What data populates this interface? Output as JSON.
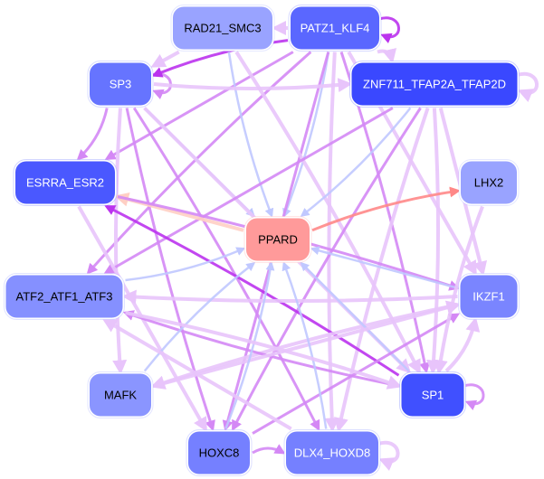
{
  "nodes": [
    {
      "id": "RAD21_SMC3",
      "label": "RAD21_SMC3",
      "fill": "#99a3ff",
      "text": "#000000"
    },
    {
      "id": "PATZ1_KLF4",
      "label": "PATZ1_KLF4",
      "fill": "#5a67ff",
      "text": "#ffffff"
    },
    {
      "id": "SP3",
      "label": "SP3",
      "fill": "#6674ff",
      "text": "#ffffff"
    },
    {
      "id": "ZNF711_TFAP2A_TFAP2D",
      "label": "ZNF711_TFAP2A_TFAP2D",
      "fill": "#3a48ff",
      "text": "#ffffff"
    },
    {
      "id": "LHX2",
      "label": "LHX2",
      "fill": "#99a3ff",
      "text": "#000000"
    },
    {
      "id": "ESRRA_ESR2",
      "label": "ESRRA_ESR2",
      "fill": "#4a58ff",
      "text": "#ffffff"
    },
    {
      "id": "PPARD",
      "label": "PPARD",
      "fill": "#ff9a9a",
      "text": "#000000"
    },
    {
      "id": "ATF2_ATF1_ATF3",
      "label": "ATF2_ATF1_ATF3",
      "fill": "#8590ff",
      "text": "#000000"
    },
    {
      "id": "IKZF1",
      "label": "IKZF1",
      "fill": "#7a85ff",
      "text": "#ffffff"
    },
    {
      "id": "MAFK",
      "label": "MAFK",
      "fill": "#8a95ff",
      "text": "#000000"
    },
    {
      "id": "SP1",
      "label": "SP1",
      "fill": "#4050ff",
      "text": "#ffffff"
    },
    {
      "id": "HOXC8",
      "label": "HOXC8",
      "fill": "#7580ff",
      "text": "#000000"
    },
    {
      "id": "DLX4_HOXD8",
      "label": "DLX4_HOXD8",
      "fill": "#7580ff",
      "text": "#ffffff"
    }
  ],
  "edge_colors": {
    "strong": "#bb33ee",
    "medium": "#d488f5",
    "light": "#e8c4fb",
    "blue": "#c0c8ff",
    "red": "#ff8888",
    "peach": "#ffcfc4"
  },
  "edges": [
    {
      "from": "PATZ1_KLF4",
      "to": "PATZ1_KLF4",
      "color": "strong"
    },
    {
      "from": "ZNF711_TFAP2A_TFAP2D",
      "to": "ZNF711_TFAP2A_TFAP2D",
      "color": "light"
    },
    {
      "from": "SP1",
      "to": "SP1",
      "color": "medium"
    },
    {
      "from": "SP3",
      "to": "SP3",
      "color": "medium"
    },
    {
      "from": "PATZ1_KLF4",
      "to": "RAD21_SMC3",
      "color": "light"
    },
    {
      "from": "PATZ1_KLF4",
      "to": "SP3",
      "color": "strong"
    },
    {
      "from": "PATZ1_KLF4",
      "to": "ZNF711_TFAP2A_TFAP2D",
      "color": "light"
    },
    {
      "from": "PATZ1_KLF4",
      "to": "ESRRA_ESR2",
      "color": "medium"
    },
    {
      "from": "PATZ1_KLF4",
      "to": "ATF2_ATF1_ATF3",
      "color": "medium"
    },
    {
      "from": "PATZ1_KLF4",
      "to": "PPARD",
      "color": "blue"
    },
    {
      "from": "PATZ1_KLF4",
      "to": "HOXC8",
      "color": "medium"
    },
    {
      "from": "PATZ1_KLF4",
      "to": "DLX4_HOXD8",
      "color": "light"
    },
    {
      "from": "PATZ1_KLF4",
      "to": "SP1",
      "color": "medium"
    },
    {
      "from": "PATZ1_KLF4",
      "to": "IKZF1",
      "color": "light"
    },
    {
      "from": "RAD21_SMC3",
      "to": "PPARD",
      "color": "blue"
    },
    {
      "from": "RAD21_SMC3",
      "to": "SP1",
      "color": "light"
    },
    {
      "from": "RAD21_SMC3",
      "to": "SP3",
      "color": "light"
    },
    {
      "from": "SP3",
      "to": "ZNF711_TFAP2A_TFAP2D",
      "color": "light"
    },
    {
      "from": "SP3",
      "to": "ESRRA_ESR2",
      "color": "medium"
    },
    {
      "from": "SP3",
      "to": "PPARD",
      "color": "blue"
    },
    {
      "from": "SP3",
      "to": "HOXC8",
      "color": "medium"
    },
    {
      "from": "SP3",
      "to": "DLX4_HOXD8",
      "color": "medium"
    },
    {
      "from": "SP3",
      "to": "SP1",
      "color": "light"
    },
    {
      "from": "SP3",
      "to": "MAFK",
      "color": "light"
    },
    {
      "from": "ZNF711_TFAP2A_TFAP2D",
      "to": "PPARD",
      "color": "blue"
    },
    {
      "from": "ZNF711_TFAP2A_TFAP2D",
      "to": "ATF2_ATF1_ATF3",
      "color": "medium"
    },
    {
      "from": "ZNF711_TFAP2A_TFAP2D",
      "to": "HOXC8",
      "color": "medium"
    },
    {
      "from": "ZNF711_TFAP2A_TFAP2D",
      "to": "SP1",
      "color": "light"
    },
    {
      "from": "ZNF711_TFAP2A_TFAP2D",
      "to": "IKZF1",
      "color": "light"
    },
    {
      "from": "ZNF711_TFAP2A_TFAP2D",
      "to": "DLX4_HOXD8",
      "color": "light"
    },
    {
      "from": "PPARD",
      "to": "LHX2",
      "color": "red"
    },
    {
      "from": "PPARD",
      "to": "ESRRA_ESR2",
      "color": "peach"
    },
    {
      "from": "SP1",
      "to": "ESRRA_ESR2",
      "color": "strong"
    },
    {
      "from": "ESRRA_ESR2",
      "to": "IKZF1",
      "color": "medium"
    },
    {
      "from": "ESRRA_ESR2",
      "to": "HOXC8",
      "color": "light"
    },
    {
      "from": "ATF2_ATF1_ATF3",
      "to": "PPARD",
      "color": "blue"
    },
    {
      "from": "IKZF1",
      "to": "ATF2_ATF1_ATF3",
      "color": "light"
    },
    {
      "from": "IKZF1",
      "to": "PPARD",
      "color": "blue"
    },
    {
      "from": "IKZF1",
      "to": "MAFK",
      "color": "light"
    },
    {
      "from": "SP1",
      "to": "ATF2_ATF1_ATF3",
      "color": "medium"
    },
    {
      "from": "SP1",
      "to": "PPARD",
      "color": "blue"
    },
    {
      "from": "SP1",
      "to": "IKZF1",
      "color": "light"
    },
    {
      "from": "MAFK",
      "to": "PPARD",
      "color": "blue"
    },
    {
      "from": "MAFK",
      "to": "IKZF1",
      "color": "light"
    },
    {
      "from": "HOXC8",
      "to": "PPARD",
      "color": "blue"
    },
    {
      "from": "HOXC8",
      "to": "DLX4_HOXD8",
      "color": "medium"
    },
    {
      "from": "HOXC8",
      "to": "IKZF1",
      "color": "medium"
    },
    {
      "from": "DLX4_HOXD8",
      "to": "PPARD",
      "color": "blue"
    },
    {
      "from": "DLX4_HOXD8",
      "to": "DLX4_HOXD8",
      "color": "light"
    },
    {
      "from": "DLX4_HOXD8",
      "to": "ATF2_ATF1_ATF3",
      "color": "light"
    },
    {
      "from": "LHX2",
      "to": "SP1",
      "color": "light"
    },
    {
      "from": "ATF2_ATF1_ATF3",
      "to": "SP1",
      "color": "light"
    }
  ]
}
